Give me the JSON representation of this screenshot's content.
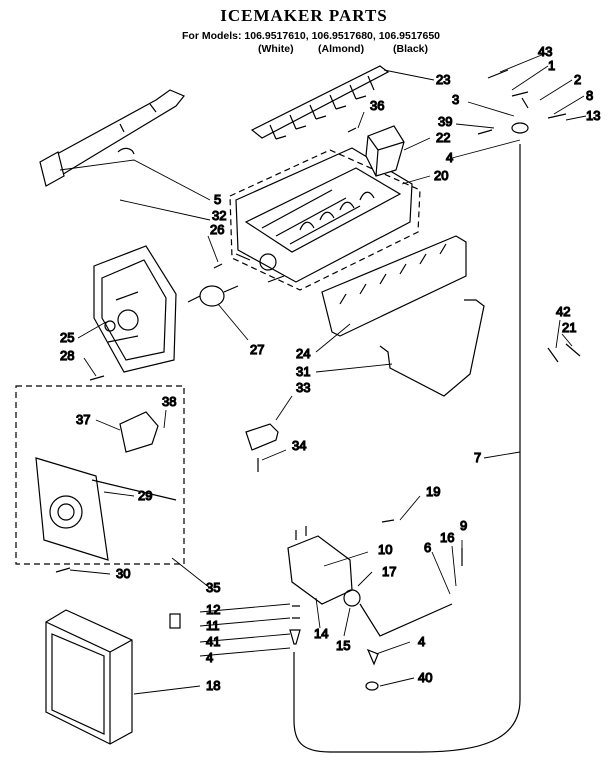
{
  "title": "ICEMAKER PARTS",
  "models_line": "For Models: 106.9517610, 106.9517680, 106.9517650",
  "colors": [
    "(White)",
    "(Almond)",
    "(Black)"
  ],
  "callouts": [
    {
      "id": "c43",
      "label": "43"
    },
    {
      "id": "c1",
      "label": "1"
    },
    {
      "id": "c2",
      "label": "2"
    },
    {
      "id": "c8",
      "label": "8"
    },
    {
      "id": "c3",
      "label": "3"
    },
    {
      "id": "c13",
      "label": "13"
    },
    {
      "id": "c23",
      "label": "23"
    },
    {
      "id": "c36",
      "label": "36"
    },
    {
      "id": "c39",
      "label": "39"
    },
    {
      "id": "c22",
      "label": "22"
    },
    {
      "id": "c4a",
      "label": "4"
    },
    {
      "id": "c20",
      "label": "20"
    },
    {
      "id": "c5",
      "label": "5"
    },
    {
      "id": "c32",
      "label": "32"
    },
    {
      "id": "c26",
      "label": "26"
    },
    {
      "id": "c25",
      "label": "25"
    },
    {
      "id": "c28",
      "label": "28"
    },
    {
      "id": "c27",
      "label": "27"
    },
    {
      "id": "c24",
      "label": "24"
    },
    {
      "id": "c31",
      "label": "31"
    },
    {
      "id": "c33",
      "label": "33"
    },
    {
      "id": "c42",
      "label": "42"
    },
    {
      "id": "c21",
      "label": "21"
    },
    {
      "id": "c38",
      "label": "38"
    },
    {
      "id": "c37",
      "label": "37"
    },
    {
      "id": "c34",
      "label": "34"
    },
    {
      "id": "c7",
      "label": "7"
    },
    {
      "id": "c29",
      "label": "29"
    },
    {
      "id": "c19",
      "label": "19"
    },
    {
      "id": "c9",
      "label": "9"
    },
    {
      "id": "c10",
      "label": "10"
    },
    {
      "id": "c6",
      "label": "6"
    },
    {
      "id": "c16",
      "label": "16"
    },
    {
      "id": "c17",
      "label": "17"
    },
    {
      "id": "c30",
      "label": "30"
    },
    {
      "id": "c35",
      "label": "35"
    },
    {
      "id": "c12",
      "label": "12"
    },
    {
      "id": "c11",
      "label": "11"
    },
    {
      "id": "c41",
      "label": "41"
    },
    {
      "id": "c14",
      "label": "14"
    },
    {
      "id": "c15",
      "label": "15"
    },
    {
      "id": "c4b",
      "label": "4"
    },
    {
      "id": "c4c",
      "label": "4"
    },
    {
      "id": "c40",
      "label": "40"
    },
    {
      "id": "c18",
      "label": "18"
    }
  ]
}
